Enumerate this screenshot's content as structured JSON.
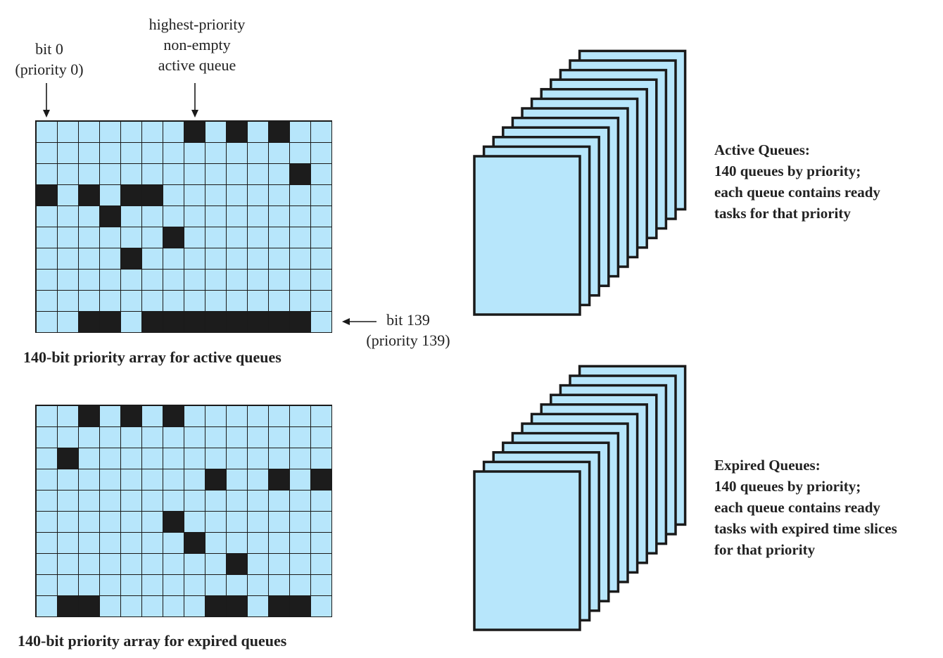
{
  "labels": {
    "bit0_line1": "bit 0",
    "bit0_line2": "(priority 0)",
    "highest_line1": "highest-priority",
    "highest_line2": "non-empty",
    "highest_line3": "active queue",
    "bit139_line1": "bit 139",
    "bit139_line2": "(priority 139)"
  },
  "captions": {
    "active_array": "140-bit priority array for active queues",
    "expired_array": "140-bit priority array for expired queues"
  },
  "descriptions": {
    "active": [
      "Active Queues:",
      "140 queues by priority;",
      "each queue contains ready",
      "tasks for that priority"
    ],
    "expired": [
      "Expired Queues:",
      "140 queues by priority;",
      "each queue contains ready",
      "tasks with expired time slices",
      "for that priority"
    ]
  },
  "bit_arrays": {
    "rows": 10,
    "cols": 14,
    "active_set_bits": [
      7,
      9,
      11,
      40,
      42,
      44,
      46,
      47,
      59,
      76,
      88,
      128,
      129,
      131,
      132,
      133,
      134,
      135,
      136,
      137,
      138
    ],
    "expired_set_bits": [
      2,
      4,
      6,
      29,
      50,
      53,
      55,
      76,
      91,
      107,
      127,
      128,
      134,
      135,
      137,
      138
    ]
  },
  "queue_stacks": {
    "card_count": 12
  },
  "colors": {
    "cell_empty": "#b7e6fb",
    "cell_set": "#1c1c1c",
    "queue_fill": "#b7e6fb",
    "outline": "#1a1a1a"
  }
}
